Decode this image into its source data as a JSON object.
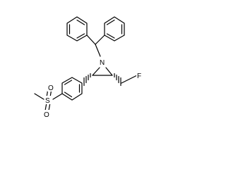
{
  "molecule": {
    "atoms": {
      "N": "N",
      "F": "F",
      "S": "S",
      "O_top": "O",
      "O_bottom": "O"
    }
  },
  "colors": {
    "bond": "#000000",
    "background": "#ffffff"
  }
}
